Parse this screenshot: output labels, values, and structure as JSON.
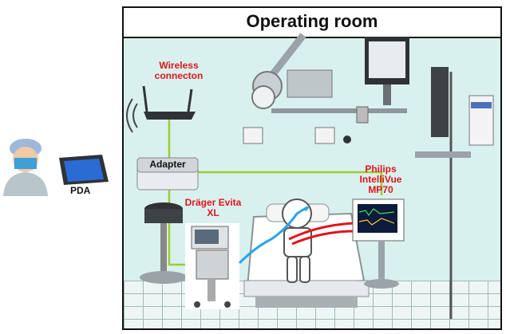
{
  "title": "Operating room",
  "labels": {
    "wireless": "Wireless connecton",
    "adapter": "Adapter",
    "ventilator": "Dräger Evita XL",
    "monitor": "Philips IntelliVue MP70",
    "pda": "PDA"
  },
  "icons": [
    "surgeon-icon",
    "pda-icon",
    "wireless-router-icon",
    "adapter-icon",
    "ventilator-icon",
    "patient-monitor-icon",
    "surgical-lamp-icon",
    "wall-monitor-icon",
    "patient-bed-icon",
    "patient-figure-icon",
    "stool-icon"
  ],
  "colors": {
    "connection_line": "#9acd32",
    "label_text": "#e0141a",
    "blue_tube": "#2aa4e8",
    "red_tube": "#e0141a"
  }
}
